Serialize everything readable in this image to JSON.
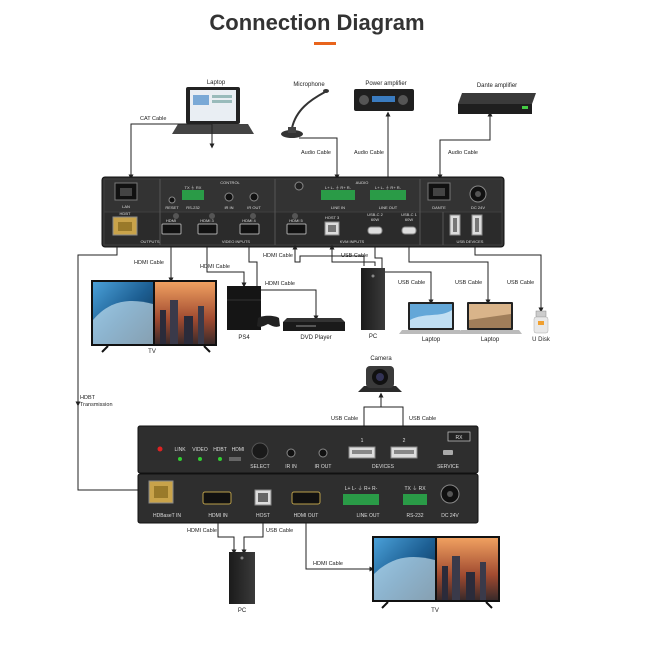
{
  "title": "Connection Diagram",
  "colors": {
    "accent": "#e8641c",
    "panel": "#2e2e2e",
    "line": "#222222"
  },
  "devices": {
    "laptop_top": "Laptop",
    "microphone": "Microphone",
    "power_amplifier": "Power amplifier",
    "dante_amplifier": "Dante amplifier",
    "tv_left": "TV",
    "ps4": "PS4",
    "dvd_player": "DVD Player",
    "pc_kvm": "PC",
    "laptop_usb1": "Laptop",
    "laptop_usb2": "Laptop",
    "u_disk": "U Disk",
    "camera": "Camera",
    "pc_rx": "PC",
    "tv_right": "TV"
  },
  "cables": {
    "cat": "CAT Cable",
    "audio_mic": "Audio Cable",
    "audio_power": "Audio Cable",
    "audio_dante": "Audio Cable",
    "hdmi_out_tv": "HDMI Cable",
    "hdmi_ps4": "HDMI Cable",
    "hdmi_dvd": "HDMI Cable",
    "hdmi_pc": "HDMI Cable",
    "usb_pc": "USB Cable",
    "usb_laptop1": "USB Cable",
    "usb_laptop2": "USB Cable",
    "usb_udisk": "USB Cable",
    "hdbt_1": "HDBT",
    "hdbt_2": "Transmission",
    "usb_cam_left": "USB Cable",
    "usb_cam_right": "USB Cable",
    "hdmi_rx_pc": "HDMI Cable",
    "usb_rx_pc": "USB Cable",
    "hdmi_rx_tv": "HDMI Cable"
  },
  "tx_panel": {
    "control": "CONTROL",
    "audio": "AUDIO",
    "lan": "LAN",
    "reset": "RESET",
    "rs232": "RS-232",
    "ir_in": "IR IN",
    "ir_out": "IR OUT",
    "line_in": "LINE IN",
    "line_out": "LINE OUT",
    "dante": "DANTE",
    "dc": "DC 24V",
    "tx_rx": "TX ⏚ RX",
    "audio_pins": "L+ L- ⏚ R+ R-",
    "hdbt": "HDBT",
    "hdmi": "HDMI",
    "outputs": "OUTPUTS",
    "hdmi3": "HDMI 3",
    "hdmi4": "HDMI 4",
    "video_inputs": "VIDEO INPUTS",
    "hdmi5": "HDMI 5",
    "host3": "HOST 3",
    "usbc2": "USB-C 2",
    "usbc1": "USB-C 1",
    "w60a": "60W",
    "w60b": "60W",
    "kvm_inputs": "KVM INPUTS",
    "usb_devices": "USB DEVICES"
  },
  "rx_panel": {
    "rx_badge": "RX",
    "link": "LINK",
    "video": "VIDEO",
    "hdbt": "HDBT",
    "hdmi": "HDMI",
    "select": "SELECT",
    "ir_in": "IR IN",
    "ir_out": "IR OUT",
    "port1": "1",
    "port2": "2",
    "devices": "DEVICES",
    "service": "SERVICE",
    "hdbaset_in": "HDBaseT IN",
    "hdmi_in": "HDMI IN",
    "host": "HOST",
    "hdmi_out": "HDMI OUT",
    "audio_pins": "L+ L- ⏚ R+ R-",
    "line_out": "LINE OUT",
    "tx_rx": "TX ⏚ RX",
    "rs232": "RS-232",
    "dc": "DC 24V"
  }
}
